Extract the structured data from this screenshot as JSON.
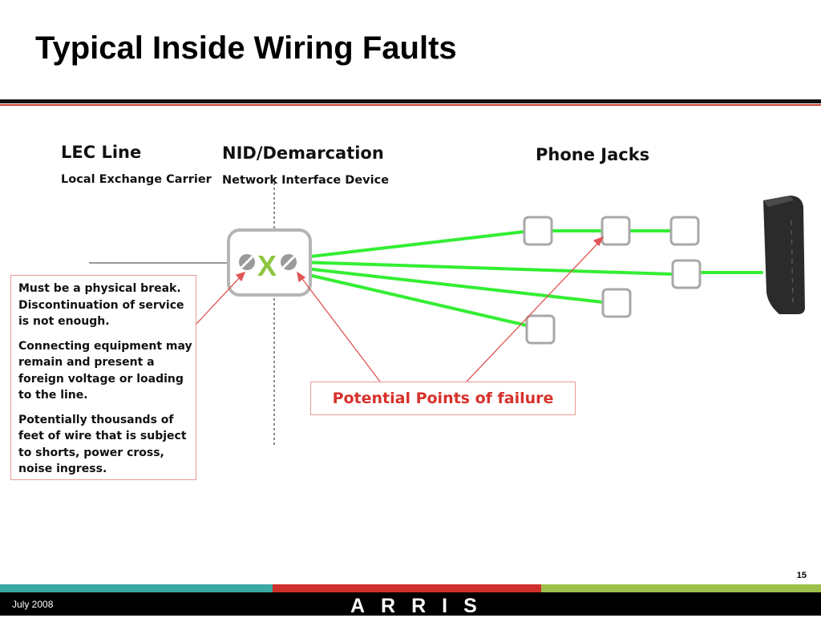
{
  "slide": {
    "title": "Typical Inside Wiring Faults",
    "page_number": "15",
    "date": "July 2008",
    "logo_text": "ARRIS"
  },
  "diagram": {
    "lec": {
      "title": "LEC Line",
      "subtitle": "Local Exchange Carrier"
    },
    "nid": {
      "title": "NID/Demarcation",
      "subtitle": "Network Interface Device",
      "break_mark": "X"
    },
    "jacks": {
      "title": "Phone Jacks"
    },
    "notes": [
      "Must be a physical break. Discontinuation of service is not enough.",
      "Connecting equipment may remain and present a foreign voltage or loading to the line.",
      "Potentially thousands of feet of wire that is subject to shorts, power cross, noise ingress."
    ],
    "failure_label": "Potential Points of failure"
  },
  "colors": {
    "wire": "#33ee33",
    "callout": "#e05555",
    "break_mark": "#8dc63f",
    "footer_stripe_teal": "#3aa9a3",
    "footer_stripe_red": "#d0302b",
    "footer_stripe_green": "#9dc04a"
  }
}
